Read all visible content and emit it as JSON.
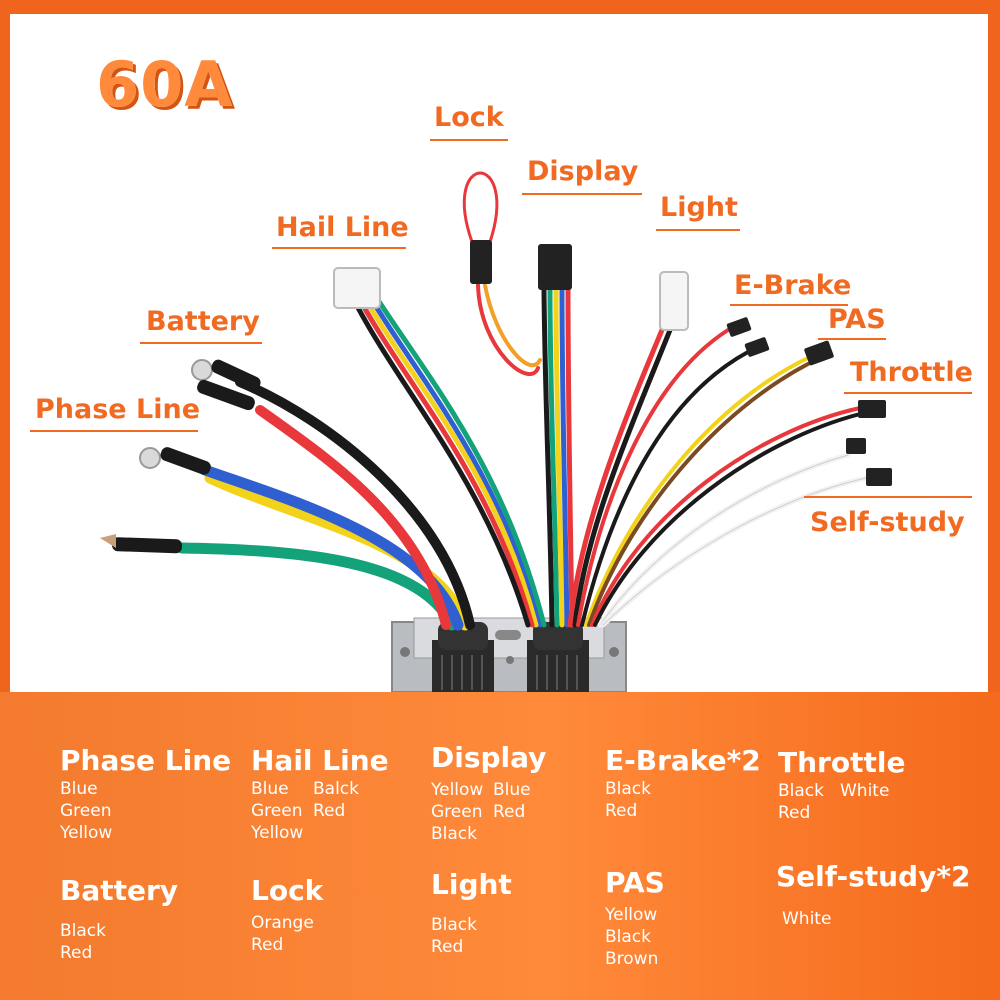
{
  "title": "60A",
  "diagram_labels": {
    "lock": "Lock",
    "display": "Display",
    "light": "Light",
    "hail_line": "Hail Line",
    "e_brake": "E-Brake",
    "pas": "PAS",
    "battery": "Battery",
    "throttle": "Throttle",
    "phase_line": "Phase Line",
    "self_study": "Self-study"
  },
  "legend": {
    "phase_line": {
      "heading": "Phase Line",
      "rows": [
        [
          "Blue"
        ],
        [
          "Green"
        ],
        [
          "Yellow"
        ]
      ]
    },
    "hail_line": {
      "heading": "Hail Line",
      "rows": [
        [
          "Blue",
          "Balck"
        ],
        [
          "Green",
          "Red"
        ],
        [
          "Yellow"
        ]
      ]
    },
    "display": {
      "heading": "Display",
      "rows": [
        [
          "Yellow",
          "Blue"
        ],
        [
          "Green",
          "Red"
        ],
        [
          "Black"
        ]
      ]
    },
    "e_brake": {
      "heading": "E-Brake*2",
      "rows": [
        [
          "Black"
        ],
        [
          "Red"
        ]
      ]
    },
    "throttle": {
      "heading": "Throttle",
      "rows": [
        [
          "Black",
          "White"
        ],
        [
          "Red"
        ]
      ]
    },
    "battery": {
      "heading": "Battery",
      "rows": [
        [
          "Black"
        ],
        [
          "Red"
        ]
      ]
    },
    "lock": {
      "heading": "Lock",
      "rows": [
        [
          "Orange"
        ],
        [
          "Red"
        ]
      ]
    },
    "light": {
      "heading": "Light",
      "rows": [
        [
          "Black"
        ],
        [
          "Red"
        ]
      ]
    },
    "pas": {
      "heading": "PAS",
      "rows": [
        [
          "Yellow"
        ],
        [
          "Black"
        ],
        [
          "Brown"
        ]
      ]
    },
    "self_study": {
      "heading": "Self-study*2",
      "rows": [
        [
          "White"
        ]
      ]
    }
  },
  "colors": {
    "accent_orange": "#f06a22",
    "wire_red": "#e8383c",
    "wire_black": "#1a1a1a",
    "wire_blue": "#2f5fd0",
    "wire_yellow": "#f2d21a",
    "wire_green": "#13a27a",
    "wire_white": "#f2f2f2",
    "wire_orange": "#f3a026",
    "wire_brown": "#7a4a22"
  }
}
